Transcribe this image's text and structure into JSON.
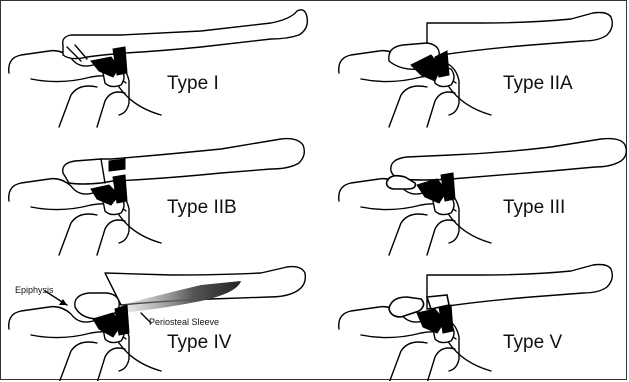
{
  "panels": [
    {
      "label": "Type I"
    },
    {
      "label": "Type IIA"
    },
    {
      "label": "Type IIB"
    },
    {
      "label": "Type III"
    },
    {
      "label": "Type IV"
    },
    {
      "label": "Type V"
    }
  ],
  "annotations": {
    "epiphysis": "Epiphysis",
    "periosteal_sleeve": "Periosteal Sleeve"
  }
}
